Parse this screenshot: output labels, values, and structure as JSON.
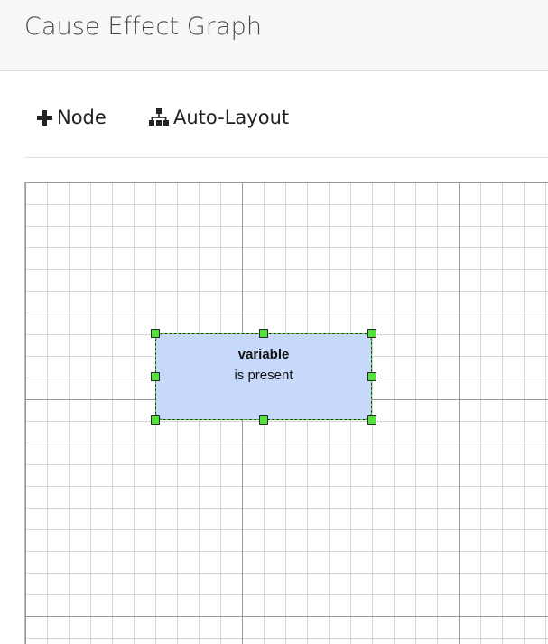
{
  "header": {
    "title": "Cause Effect Graph"
  },
  "toolbar": {
    "node_label": "Node",
    "node_icon": "plus-icon",
    "autolayout_label": "Auto-Layout",
    "autolayout_icon": "sitemap-icon"
  },
  "node": {
    "title": "variable",
    "subtitle": "is present",
    "fill_color": "#c6d9fb",
    "border_color": "#1b1b1b",
    "handle_color": "#55e13a"
  }
}
